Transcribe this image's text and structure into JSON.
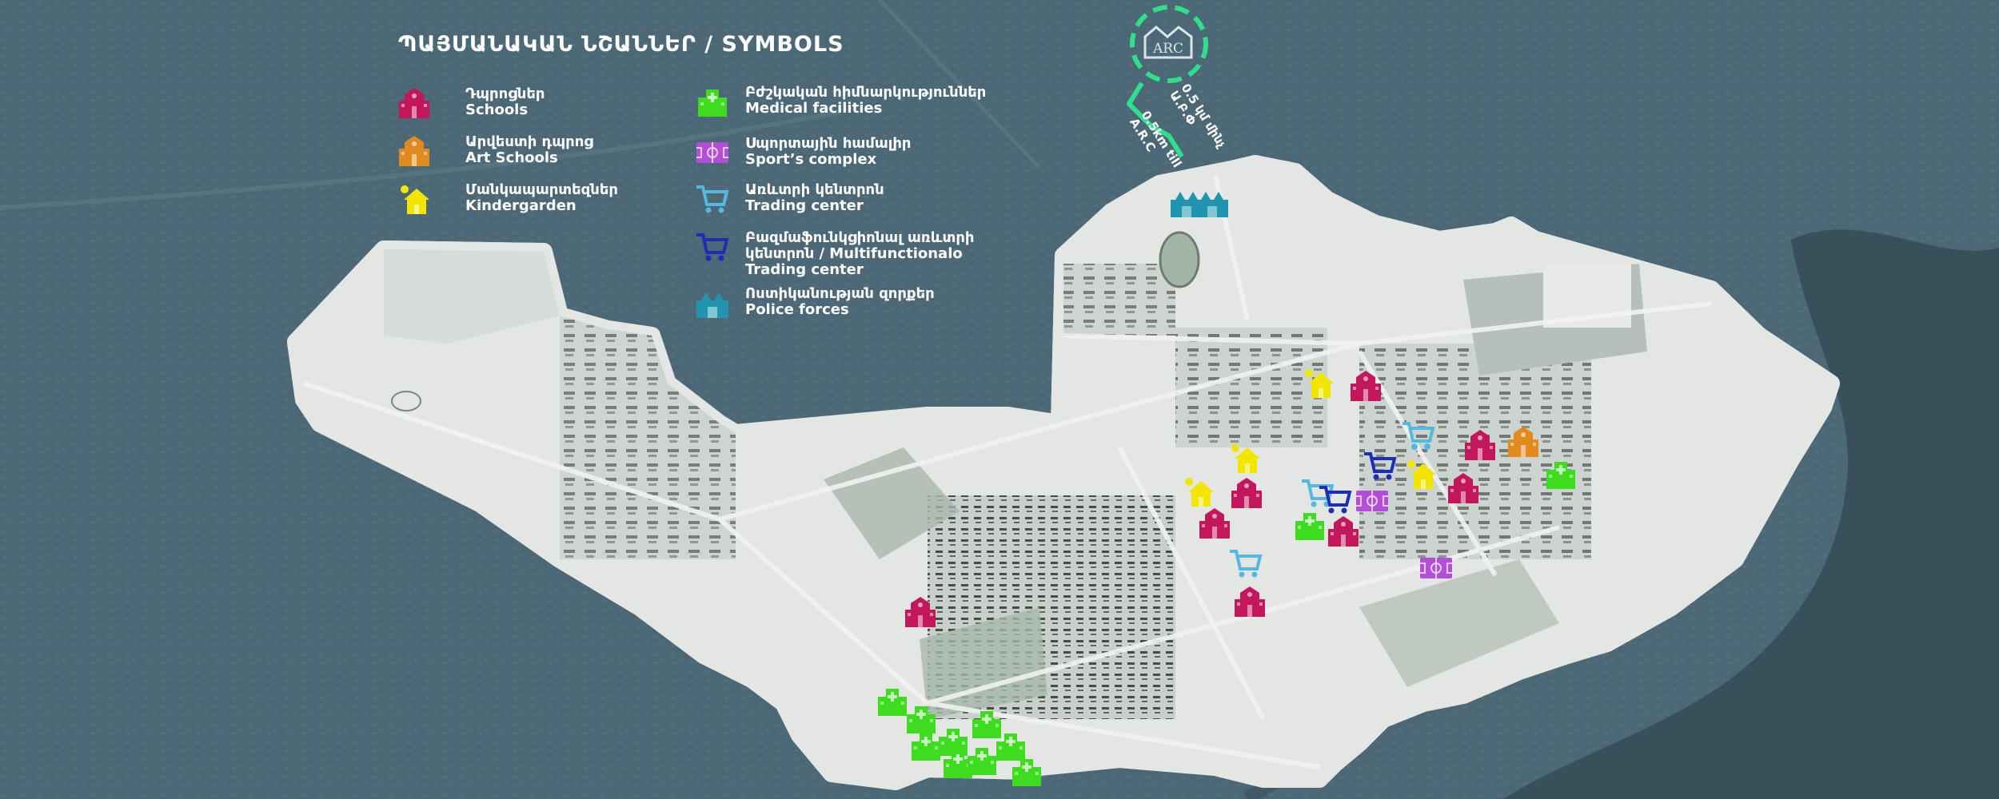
{
  "legend": {
    "title": "ՊԱՅՄԱՆԱԿԱՆ ՆՇԱՆՆԵՐ /  SYMBOLS",
    "items": [
      {
        "key": "schools",
        "icon": "school-icon",
        "color": "#c2185b",
        "hy": "Դպրոցներ",
        "en": "Schools"
      },
      {
        "key": "art_schools",
        "icon": "art-school-icon",
        "color": "#e38a1e",
        "hy": "Արվեստի դպրոց",
        "en": "Art Schools"
      },
      {
        "key": "kindergarden",
        "icon": "kindergarden-icon",
        "color": "#f2e600",
        "hy": "Մանկապարտեզներ",
        "en": "Kindergarden"
      },
      {
        "key": "medical",
        "icon": "medical-icon",
        "color": "#3ddc1e",
        "hy": "Բժշկական հիմնարկություններ",
        "en": "Medical facilities"
      },
      {
        "key": "sports",
        "icon": "sports-complex-icon",
        "color": "#b14fd6",
        "hy": "Սպորտային համալիր",
        "en": "Sport’s complex"
      },
      {
        "key": "trading",
        "icon": "shopping-cart-icon",
        "color": "#55b8e0",
        "hy": "Առևտրի կենտրոն",
        "en": "Trading center"
      },
      {
        "key": "multi_trading",
        "icon": "shopping-cart-large-icon",
        "color": "#1e2db4",
        "hy": "Բազմաֆունկցիոնալ առևտրի",
        "hy2": "կենտրոն / Multifunctionalo",
        "en": "Trading center"
      },
      {
        "key": "police",
        "icon": "police-icon",
        "color": "#1f95b0",
        "hy": "Ոստիկանության զորքեր",
        "en": "Police forces"
      }
    ]
  },
  "distance": {
    "hy": "0.5 կմ մինչ",
    "hy2": "Ա.Բ.Փ",
    "en": "0.5km till",
    "en2": "A.R.C"
  },
  "logo": {
    "text": "ARC",
    "color": "#2ee08c"
  },
  "colors": {
    "water": "#4a6572",
    "district": "#cfd6d2",
    "outline": "#e2e2e2",
    "accent": "#2ee08c"
  }
}
